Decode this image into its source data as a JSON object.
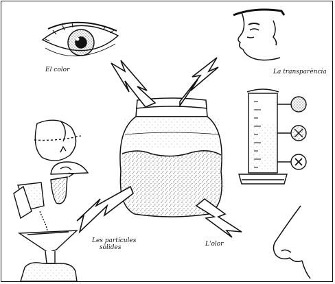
{
  "labels": {
    "color": "El color",
    "transparency": "La transparència",
    "particles_line1": "Les partícules",
    "particles_line2": "sòlides",
    "odor": "L'olor"
  },
  "colors": {
    "ink": "#111111",
    "paper": "#ffffff",
    "stipple": "#555555"
  },
  "icons": [
    "eye-icon",
    "face-profile-icon",
    "jar-icon",
    "graduated-cylinder-icon",
    "nose-icon",
    "funnel-filter-icon",
    "rotating-filter-paper-icon"
  ]
}
